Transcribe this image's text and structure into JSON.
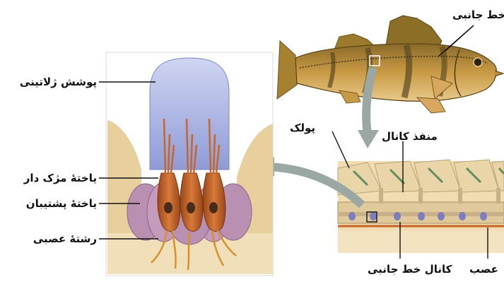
{
  "labels": {
    "lateral_line": "خط جانبی",
    "gelatinous_cover": "پوشش ژلاتینی",
    "scale": "پولک",
    "canal_opening": "منفذ کانال",
    "hair_cell": "یاختهٔ مژک دار",
    "support_cell": "یاختهٔ پشتیبان",
    "nerve_fiber": "رشتهٔ عصبی",
    "lateral_line_canal": "کانال خط جانبی",
    "nerve": "عصب"
  },
  "colors": {
    "gelatin": "#a9b3e0",
    "hair_cell": "#c8652a",
    "support_cell": "#b98fb2",
    "tissue": "#e9d3a6",
    "arrow": "#9ba7a3",
    "fish_body": "#b88a3c",
    "fish_stripe": "#5a4a22",
    "scale_green": "#5f8f5e"
  },
  "icons": {
    "arrow_fish_to_canal": "curved-arrow-down",
    "arrow_canal_to_cell": "arrow-left"
  }
}
